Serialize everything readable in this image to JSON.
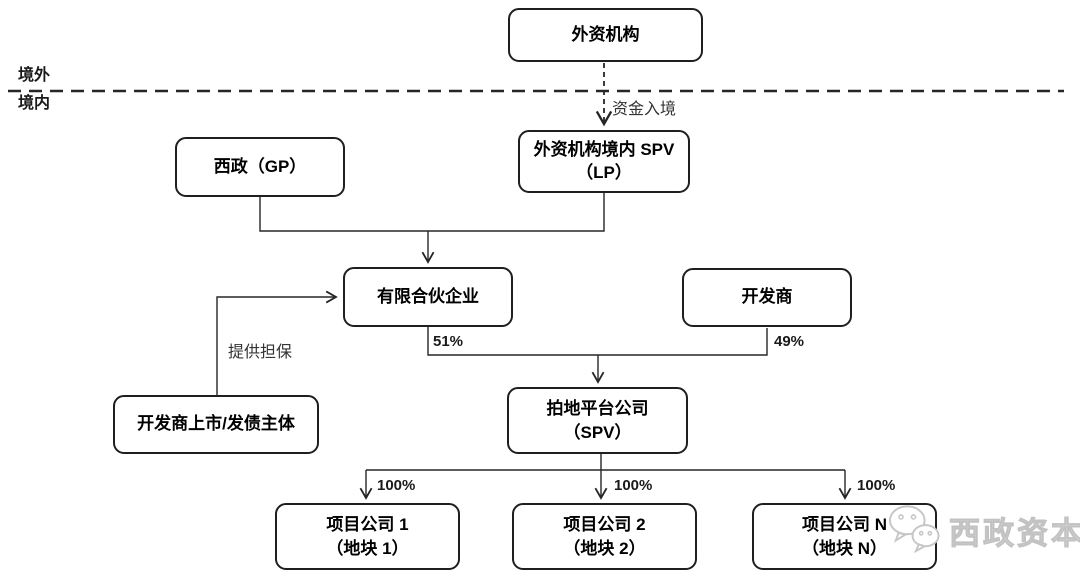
{
  "diagram": {
    "regions": {
      "offshore": "境外",
      "onshore": "境内"
    },
    "nodes": {
      "foreign_institution": {
        "label": "外资机构"
      },
      "gp": {
        "label": "西政（GP）"
      },
      "spv_lp": {
        "line1": "外资机构境内 SPV",
        "line2": "（LP）"
      },
      "limited_partnership": {
        "label": "有限合伙企业"
      },
      "developer": {
        "label": "开发商"
      },
      "land_platform": {
        "line1": "拍地平台公司",
        "line2": "（SPV）"
      },
      "developer_listed_entity": {
        "label": "开发商上市/发债主体"
      },
      "project_company_1": {
        "line1": "项目公司 1",
        "line2": "（地块 1）"
      },
      "project_company_2": {
        "line1": "项目公司 2",
        "line2": "（地块 2）"
      },
      "project_company_n": {
        "line1": "项目公司 N",
        "line2": "（地块 N）"
      }
    },
    "edge_labels": {
      "capital_entry": "资金入境",
      "guarantee": "提供担保",
      "lp_share": "51%",
      "developer_share": "49%",
      "project1_share": "100%",
      "project2_share": "100%",
      "projectn_share": "100%"
    },
    "watermark": {
      "brand": "西政资本",
      "icon": "wechat-icon"
    },
    "colors": {
      "line": "#262626",
      "box_border": "#1f1f1f",
      "box_fill": "#ffffff",
      "text": "#000000",
      "secondary_text": "#333333",
      "watermark": "#c9c9c9",
      "background": "#ffffff"
    }
  }
}
